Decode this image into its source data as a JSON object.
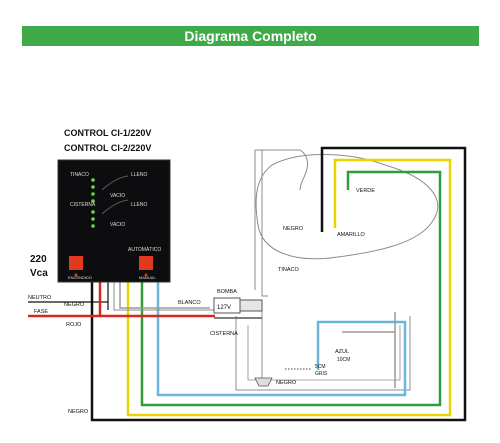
{
  "title": "Diagrama Completo",
  "controller": {
    "model_line1": "CONTROL CI-1/220V",
    "model_line2": "CONTROL CI-2/220V",
    "tinaco": "TINACO",
    "lleno1": "LLENO",
    "vacio1": "VACIO",
    "cisterna": "CISTERNA",
    "lleno2": "LLENO",
    "vacio2": "VACIO",
    "automatico": "AUTOMÁTICO",
    "encendido": "ENCENDIDO",
    "manual": "MANUAL"
  },
  "supply": {
    "voltage": "220",
    "unit": "Vca"
  },
  "wires": {
    "neutro": "NEUTRO",
    "negro_top": "NEGRO",
    "fase": "FASE",
    "rojo": "ROJO",
    "blanco": "BLANCO",
    "negro_bottom": "NEGRO"
  },
  "pump": {
    "bomba": "BOMBA",
    "voltage": "127V",
    "cisterna": "CISTERNA"
  },
  "tank": {
    "negro": "NEGRO",
    "verde": "VERDE",
    "amarillo": "AMARILLO",
    "tinaco": "TINACO"
  },
  "cistern": {
    "azul": "AZUL",
    "azul_dist": "10CM",
    "scm": "5CM",
    "gris": "GRIS",
    "negro": "NEGRO"
  },
  "colors": {
    "banner": "#3fab48",
    "wire_green": "#2e9e3c",
    "wire_yellow": "#e9d400",
    "wire_blue": "#6bb6dc",
    "wire_red": "#d8281e",
    "wire_black": "#111111",
    "pipe_gray": "#8c8c8c"
  }
}
